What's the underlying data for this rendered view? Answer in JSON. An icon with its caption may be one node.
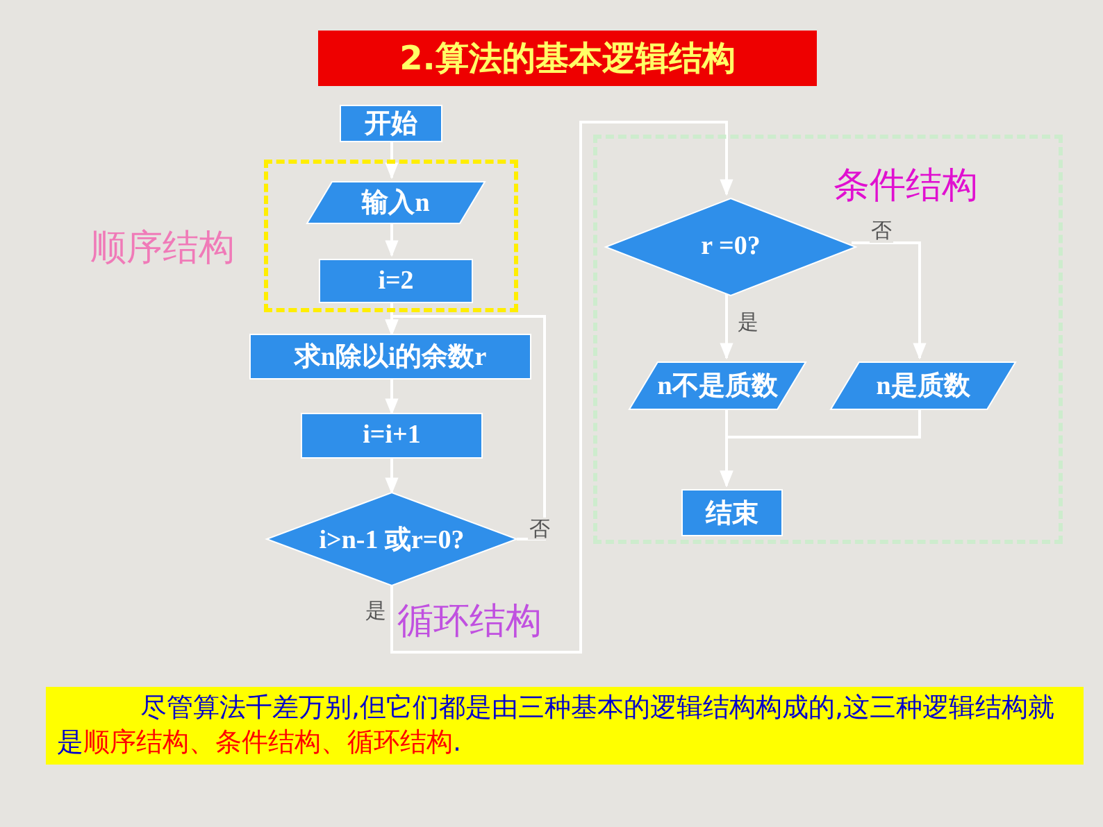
{
  "diagram": {
    "title": "2.算法的基本逻辑结构",
    "nodes": [
      {
        "text": [
          "开始"
        ]
      },
      {
        "text": [
          "顺序结构"
        ]
      },
      {
        "text": [
          "输入n"
        ],
        "in": 1
      },
      {
        "text": [
          "i=2"
        ],
        "in": 1
      },
      {
        "text": [
          "求n除以i的余数r"
        ]
      },
      {
        "text": [
          "i=i+1"
        ]
      },
      {
        "text": [
          "i>n-1 或r=0?"
        ]
      },
      {
        "text": [
          "条件结构"
        ]
      },
      {
        "text": [
          "r =0?"
        ],
        "in": 7
      },
      {
        "text": [
          "n不是质数"
        ],
        "in": 7
      },
      {
        "text": [
          "n是质数"
        ],
        "in": 7
      },
      {
        "text": [
          "结束"
        ],
        "in": 7
      }
    ],
    "edges": [
      {
        "from": 0,
        "to": 2,
        "arrow": "to"
      },
      {
        "from": 2,
        "to": 3,
        "arrow": "to"
      },
      {
        "from": 3,
        "to": 4,
        "arrow": "to"
      },
      {
        "from": 4,
        "to": 5,
        "arrow": "to"
      },
      {
        "from": 5,
        "to": 6,
        "arrow": "to"
      },
      {
        "from": 6,
        "to": 4,
        "label": "否",
        "arrow": "to"
      },
      {
        "from": 6,
        "to": 8,
        "label": "是",
        "arrow": "to"
      },
      {
        "from": 8,
        "to": 9,
        "label": "是",
        "arrow": "to"
      },
      {
        "from": 8,
        "to": 10,
        "label": "否",
        "arrow": "to"
      },
      {
        "from": 9,
        "to": 11,
        "arrow": "to"
      },
      {
        "from": 10,
        "to": 11,
        "arrow": "to"
      }
    ],
    "labels": [
      "循环结构",
      "尽管算法千差万别,但它们都是由三种基本的逻辑结构构成的,这三种逻辑结构就是",
      "顺序结构、条件结构、循环结构",
      "."
    ]
  }
}
